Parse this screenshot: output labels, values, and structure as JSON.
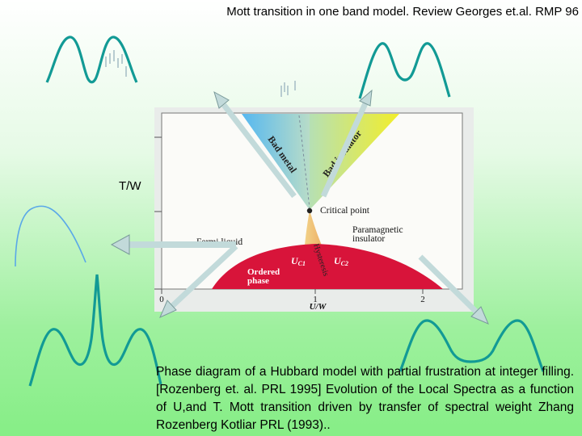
{
  "header": {
    "title": "Mott transition in  one band model.  Review Georges et.al. RMP 96"
  },
  "side_label": "T/W",
  "figure": {
    "regions": {
      "bad_metal": "Bad metal",
      "bad_insulator": "Bad insulator",
      "critical_point": "Critical point",
      "fermi_liquid": "Fermi liquid",
      "paramagnetic_line1": "Paramagnetic",
      "paramagnetic_line2": "insulator",
      "ordered_line1": "Ordered",
      "ordered_line2": "phase",
      "uc1": "U",
      "uc1_sub": "C1",
      "uc2": "U",
      "uc2_sub": "C2",
      "hysteresis": "Hysteresis"
    },
    "x_ticks": [
      "0",
      "1",
      "2"
    ],
    "x_label": "U/W",
    "colors": {
      "arrow": "#c2dada",
      "curve": "#129a95",
      "thin_curve": "#5aa8e8",
      "ordered_phase": "#d8143a"
    }
  },
  "caption": "Phase diagram of a Hubbard model with partial frustration at integer filling. [Rozenberg et. al. PRL 1995] Evolution of the Local Spectra as a function of U,and T.  Mott transition driven by transfer of spectral weight Zhang Rozenberg Kotliar PRL (1993).."
}
